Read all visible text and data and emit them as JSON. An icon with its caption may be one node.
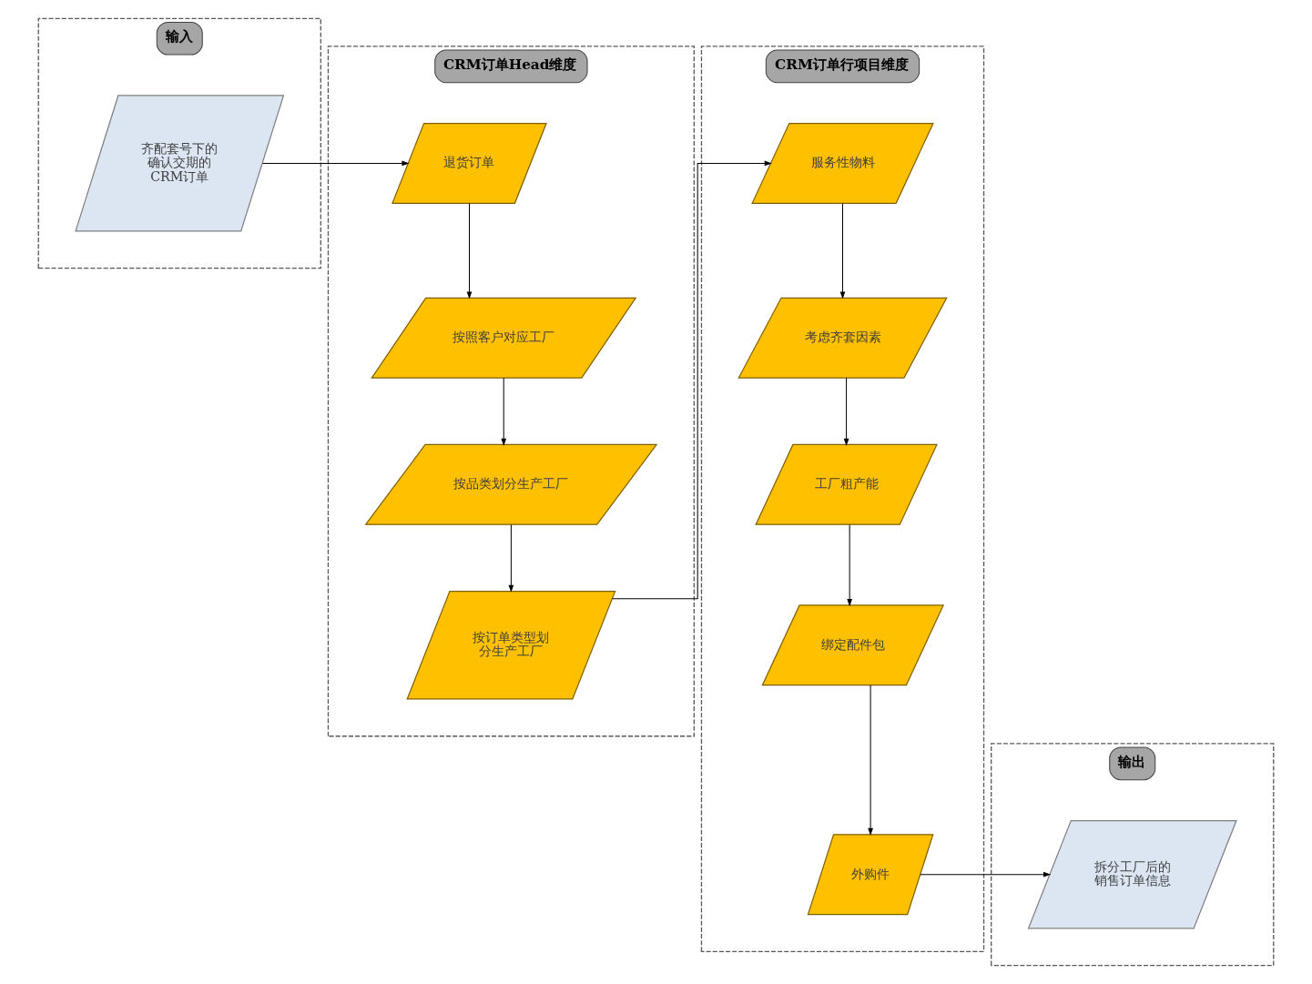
{
  "diagram": {
    "nodes": [
      {
        "text": [
          "输入"
        ]
      },
      {
        "text": [
          "CRM订单Head维度"
        ]
      },
      {
        "text": [
          "CRM订单行项目维度"
        ]
      },
      {
        "text": [
          "输出"
        ]
      },
      {
        "text": [
          "齐配套号下的确认交期的CRM订单"
        ],
        "in": 0
      },
      {
        "text": [
          "退货订单"
        ],
        "in": 1
      },
      {
        "text": [
          "按照客户对应工厂"
        ],
        "in": 1
      },
      {
        "text": [
          "按品类划分生产工厂"
        ],
        "in": 1
      },
      {
        "text": [
          "按订单类型划分生产工厂"
        ],
        "in": 1
      },
      {
        "text": [
          "服务性物料"
        ],
        "in": 2
      },
      {
        "text": [
          "考虑齐套因素"
        ],
        "in": 2
      },
      {
        "text": [
          "工厂粗产能"
        ],
        "in": 2
      },
      {
        "text": [
          "绑定配件包"
        ],
        "in": 2
      },
      {
        "text": [
          "外购件"
        ],
        "in": 2
      },
      {
        "text": [
          "拆分工厂后的销售订单信息"
        ],
        "in": 3
      }
    ],
    "edges": [
      {
        "from": 4,
        "to": 5,
        "arrow": "to"
      },
      {
        "from": 5,
        "to": 6,
        "arrow": "to"
      },
      {
        "from": 6,
        "to": 7,
        "arrow": "to"
      },
      {
        "from": 7,
        "to": 8,
        "arrow": "to"
      },
      {
        "from": 8,
        "to": 9,
        "arrow": "to"
      },
      {
        "from": 9,
        "to": 10,
        "arrow": "to"
      },
      {
        "from": 10,
        "to": 11,
        "arrow": "to"
      },
      {
        "from": 11,
        "to": 12,
        "arrow": "to"
      },
      {
        "from": 12,
        "to": 13,
        "arrow": "to"
      },
      {
        "from": 13,
        "to": 14,
        "arrow": "to"
      }
    ]
  }
}
